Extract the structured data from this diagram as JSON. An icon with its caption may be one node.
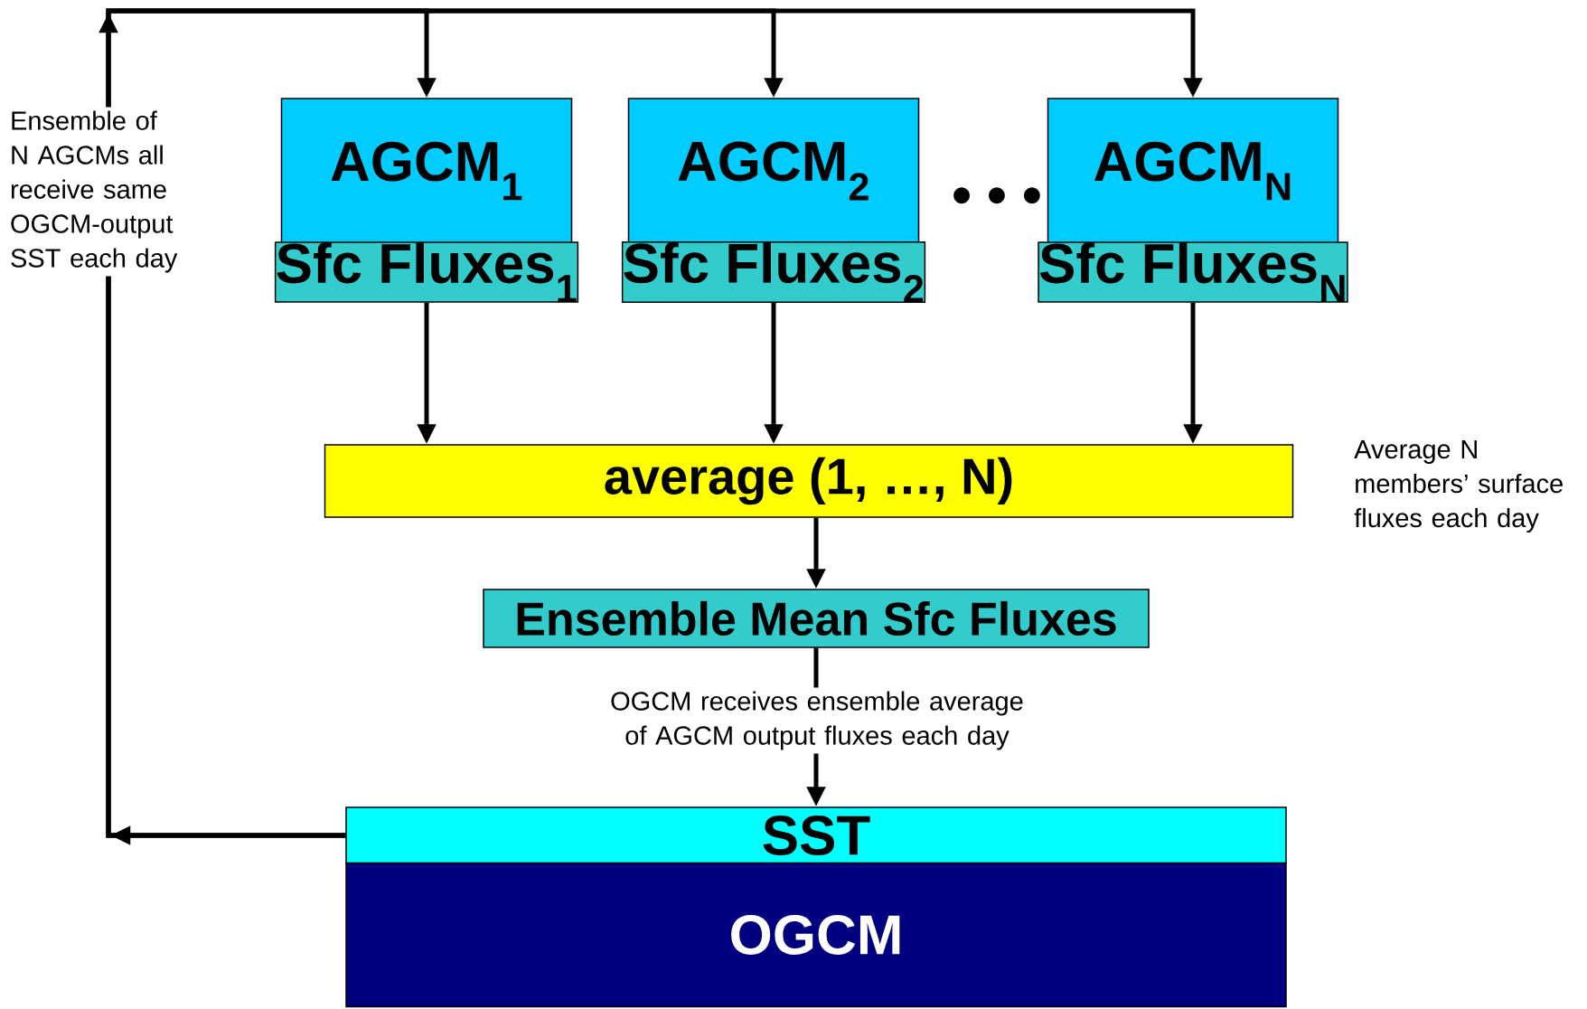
{
  "diagram": {
    "nodes": [
      {
        "text": [
          "AGCM$_{1}$"
        ]
      },
      {
        "text": [
          "Sfc Fluxes$_{1}$"
        ]
      },
      {
        "text": [
          "AGCM$_{2}$"
        ]
      },
      {
        "text": [
          "Sfc Fluxes$_{2}$"
        ]
      },
      {
        "text": [
          "AGCM$_{N}$"
        ]
      },
      {
        "text": [
          "Sfc Fluxes$_{N}$"
        ]
      },
      {
        "text": [
          "average (1, …, N)"
        ],
        "beside": [
          "Average N members’ surface fluxes each day"
        ]
      },
      {
        "text": [
          "Ensemble Mean Sfc Fluxes"
        ]
      },
      {
        "text": [
          "SST"
        ]
      },
      {
        "text": [
          "OGCM"
        ]
      }
    ],
    "edges": [
      {
        "from": 8,
        "to": 0,
        "arrow": "to",
        "label": "Ensemble of N AGCMs all receive same OGCM-output SST each day"
      },
      {
        "from": 8,
        "to": 2,
        "arrow": "to"
      },
      {
        "from": 8,
        "to": 4,
        "arrow": "to"
      },
      {
        "from": 1,
        "to": 6,
        "arrow": "to"
      },
      {
        "from": 3,
        "to": 6,
        "arrow": "to"
      },
      {
        "from": 5,
        "to": 6,
        "arrow": "to"
      },
      {
        "from": 6,
        "to": 7,
        "arrow": "to"
      },
      {
        "from": 7,
        "to": 8,
        "arrow": "to",
        "label": "OGCM receives ensemble average of AGCM output fluxes each day"
      }
    ],
    "labels": [
      "• • •"
    ]
  }
}
